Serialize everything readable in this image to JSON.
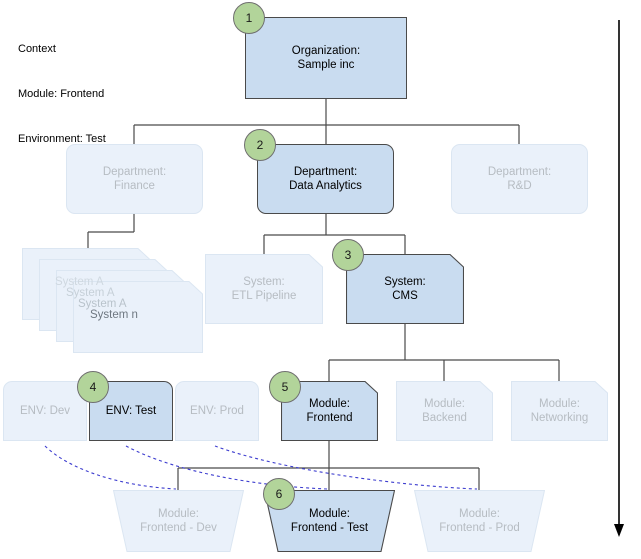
{
  "context": {
    "title": "Context",
    "module_line": "Module: Frontend",
    "environment_line": "Environment: Test"
  },
  "colors": {
    "active_fill": "#c9dcf0",
    "active_border": "#4a4a4a",
    "active_text": "#000000",
    "inactive_fill": "#eaf1fa",
    "inactive_border": "#dbe6f2",
    "inactive_text": "#b6bcc2",
    "badge_fill": "#b2d49a",
    "badge_border": "#6f6f6f",
    "edge": "#4a4a4a",
    "dashed_link": "#3d3dcf",
    "axis_arrow": "#000000"
  },
  "levels": {
    "organization": {
      "label": "Organization:\nSample inc",
      "state": "active",
      "badge": "1"
    },
    "departments": [
      {
        "label": "Department:\nFinance",
        "state": "inactive",
        "badge": null
      },
      {
        "label": "Department:\nData Analytics",
        "state": "active",
        "badge": "2"
      },
      {
        "label": "Department:\nR&D",
        "state": "inactive",
        "badge": null
      }
    ],
    "systems": [
      {
        "label": "System:\nETL Pipeline",
        "state": "inactive",
        "badge": null
      },
      {
        "label": "System:\nCMS",
        "state": "active",
        "badge": "3"
      }
    ],
    "system_stack": [
      {
        "label": "System A",
        "state": "inactive"
      },
      {
        "label": "System A",
        "state": "inactive"
      },
      {
        "label": "System A",
        "state": "inactive"
      },
      {
        "label": "System n",
        "state": "inactive-dark"
      }
    ],
    "environments": [
      {
        "label": "ENV: Dev",
        "state": "inactive",
        "badge": null
      },
      {
        "label": "ENV: Test",
        "state": "active",
        "badge": "4"
      },
      {
        "label": "ENV: Prod",
        "state": "inactive",
        "badge": null
      }
    ],
    "modules": [
      {
        "label": "Module:\nFrontend",
        "state": "active",
        "badge": "5"
      },
      {
        "label": "Module:\nBackend",
        "state": "inactive",
        "badge": null
      },
      {
        "label": "Module:\nNetworking",
        "state": "inactive",
        "badge": null
      }
    ],
    "module_instances": [
      {
        "label": "Module:\nFrontend - Dev",
        "state": "inactive",
        "badge": null
      },
      {
        "label": "Module:\nFrontend - Test",
        "state": "active",
        "badge": "6"
      },
      {
        "label": "Module:\nFrontend - Prod",
        "state": "inactive",
        "badge": null
      }
    ]
  }
}
